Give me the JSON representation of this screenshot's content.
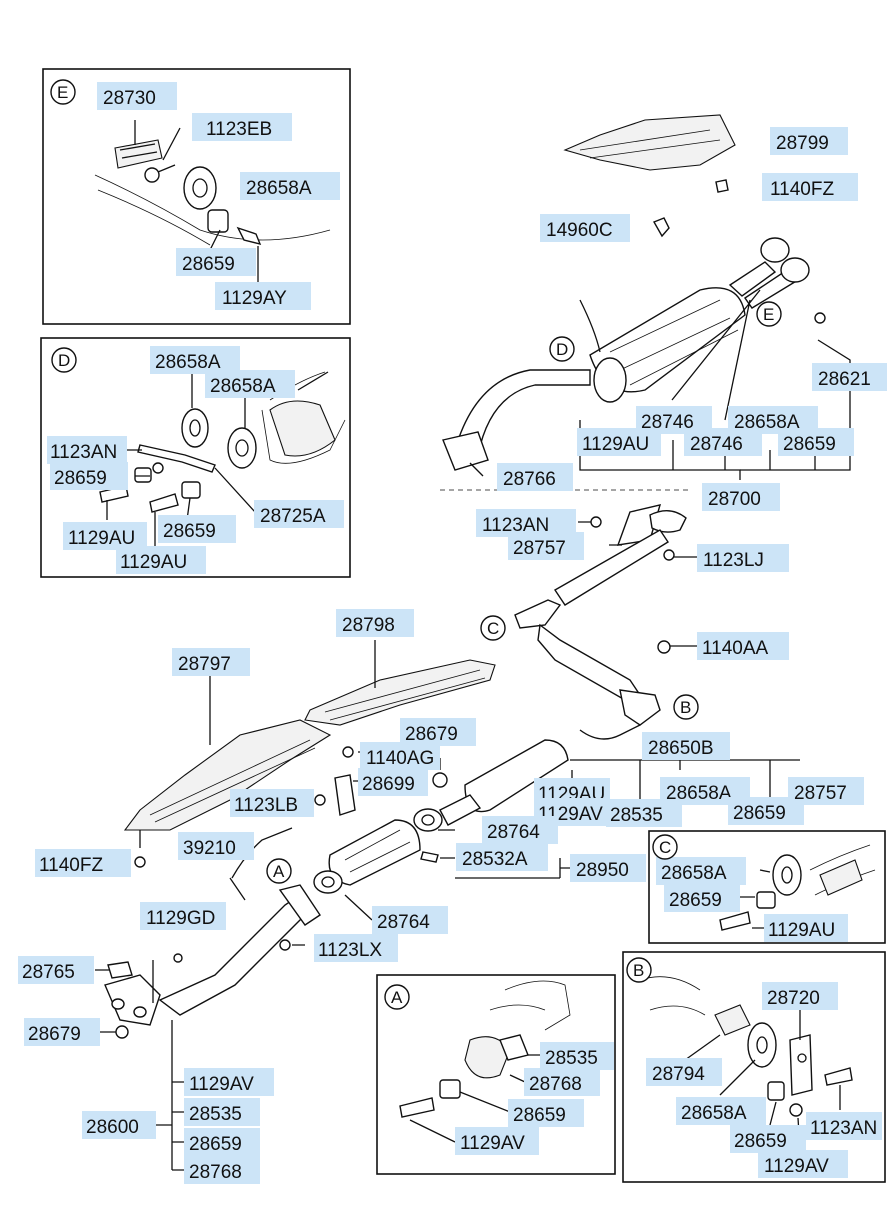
{
  "labels": [
    {
      "id": "e-28730",
      "text": "28730"
    },
    {
      "id": "e-1123EB",
      "text": "1123EB"
    },
    {
      "id": "e-28658A",
      "text": "28658A"
    },
    {
      "id": "e-28659",
      "text": "28659"
    },
    {
      "id": "e-1129AY",
      "text": "1129AY"
    },
    {
      "id": "d-28658A-1",
      "text": "28658A"
    },
    {
      "id": "d-28658A-2",
      "text": "28658A"
    },
    {
      "id": "d-1123AN",
      "text": "1123AN"
    },
    {
      "id": "d-28659-1",
      "text": "28659"
    },
    {
      "id": "d-28725A",
      "text": "28725A"
    },
    {
      "id": "d-1129AU-1",
      "text": "1129AU"
    },
    {
      "id": "d-28659-2",
      "text": "28659"
    },
    {
      "id": "d-1129AU-2",
      "text": "1129AU"
    },
    {
      "id": "m-28799",
      "text": "28799"
    },
    {
      "id": "m-1140FZ-top",
      "text": "1140FZ"
    },
    {
      "id": "m-14960C",
      "text": "14960C"
    },
    {
      "id": "m-28621",
      "text": "28621"
    },
    {
      "id": "m-28746-1",
      "text": "28746"
    },
    {
      "id": "m-28658A-1",
      "text": "28658A"
    },
    {
      "id": "m-1129AU-1",
      "text": "1129AU"
    },
    {
      "id": "m-28746-2",
      "text": "28746"
    },
    {
      "id": "m-28659-1",
      "text": "28659"
    },
    {
      "id": "m-28766",
      "text": "28766"
    },
    {
      "id": "m-28700",
      "text": "28700"
    },
    {
      "id": "m-1123AN",
      "text": "1123AN"
    },
    {
      "id": "m-28757-1",
      "text": "28757"
    },
    {
      "id": "m-1123LJ",
      "text": "1123LJ"
    },
    {
      "id": "m-1140AA",
      "text": "1140AA"
    },
    {
      "id": "m-28798",
      "text": "28798"
    },
    {
      "id": "m-28797",
      "text": "28797"
    },
    {
      "id": "m-28679-1",
      "text": "28679"
    },
    {
      "id": "m-1140AG",
      "text": "1140AG"
    },
    {
      "id": "m-28699",
      "text": "28699"
    },
    {
      "id": "m-1123LB",
      "text": "1123LB"
    },
    {
      "id": "m-28650B",
      "text": "28650B"
    },
    {
      "id": "m-1129AU-2",
      "text": "1129AU"
    },
    {
      "id": "m-1129AV-1",
      "text": "1129AV"
    },
    {
      "id": "m-28535-1",
      "text": "28535"
    },
    {
      "id": "m-28658A-2",
      "text": "28658A"
    },
    {
      "id": "m-28659-2",
      "text": "28659"
    },
    {
      "id": "m-28757-2",
      "text": "28757"
    },
    {
      "id": "m-28764-1",
      "text": "28764"
    },
    {
      "id": "m-39210",
      "text": "39210"
    },
    {
      "id": "m-28532A",
      "text": "28532A"
    },
    {
      "id": "m-28950",
      "text": "28950"
    },
    {
      "id": "m-1140FZ-bot",
      "text": "1140FZ"
    },
    {
      "id": "m-28764-2",
      "text": "28764"
    },
    {
      "id": "m-1129GD",
      "text": "1129GD"
    },
    {
      "id": "m-1123LX",
      "text": "1123LX"
    },
    {
      "id": "m-28765",
      "text": "28765"
    },
    {
      "id": "m-28679-2",
      "text": "28679"
    },
    {
      "id": "m-1129AV-2",
      "text": "1129AV"
    },
    {
      "id": "m-28535-2",
      "text": "28535"
    },
    {
      "id": "m-28600",
      "text": "28600"
    },
    {
      "id": "m-28659-3",
      "text": "28659"
    },
    {
      "id": "m-28768-1",
      "text": "28768"
    },
    {
      "id": "c-28658A",
      "text": "28658A"
    },
    {
      "id": "c-28659",
      "text": "28659"
    },
    {
      "id": "c-1129AU",
      "text": "1129AU"
    },
    {
      "id": "a-28535",
      "text": "28535"
    },
    {
      "id": "a-28768",
      "text": "28768"
    },
    {
      "id": "a-28659",
      "text": "28659"
    },
    {
      "id": "a-1129AV",
      "text": "1129AV"
    },
    {
      "id": "b-28720",
      "text": "28720"
    },
    {
      "id": "b-28794",
      "text": "28794"
    },
    {
      "id": "b-28658A",
      "text": "28658A"
    },
    {
      "id": "b-28659",
      "text": "28659"
    },
    {
      "id": "b-1123AN",
      "text": "1123AN"
    },
    {
      "id": "b-1129AV",
      "text": "1129AV"
    }
  ],
  "refs": [
    {
      "id": "ref-E-box",
      "text": "E"
    },
    {
      "id": "ref-D-box",
      "text": "D"
    },
    {
      "id": "ref-E-main",
      "text": "E"
    },
    {
      "id": "ref-D-main",
      "text": "D"
    },
    {
      "id": "ref-C-main",
      "text": "C"
    },
    {
      "id": "ref-B-main",
      "text": "B"
    },
    {
      "id": "ref-A-main",
      "text": "A"
    },
    {
      "id": "ref-C-box",
      "text": "C"
    },
    {
      "id": "ref-A-box",
      "text": "A"
    },
    {
      "id": "ref-B-box",
      "text": "B"
    }
  ]
}
